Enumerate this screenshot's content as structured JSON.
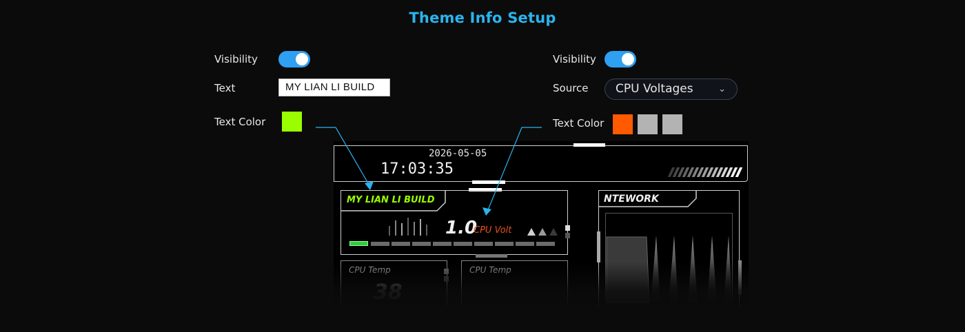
{
  "page": {
    "title": "Theme Info Setup"
  },
  "left_panel": {
    "visibility_label": "Visibility",
    "visibility_on": true,
    "text_label": "Text",
    "text_value": "MY LIAN LI BUILD",
    "text_color_label": "Text Color",
    "text_color": "#99ff00"
  },
  "right_panel": {
    "visibility_label": "Visibility",
    "visibility_on": true,
    "source_label": "Source",
    "source_value": "CPU Voltages",
    "text_color_label": "Text Color",
    "swatches": [
      "#ff5a00",
      "#b3b3b3",
      "#b3b3b3"
    ]
  },
  "preview": {
    "date": "2026-05-05",
    "time": "17:03:35",
    "build_label": "MY LIAN LI BUILD",
    "cpu_volt_value": "1.0",
    "cpu_volt_label": "CPU Volt",
    "network_label": "NTEWORK",
    "cpu_temp_label_1": "CPU Temp",
    "cpu_temp_label_2": "CPU Temp",
    "cpu_temp_value_1": "38"
  },
  "colors": {
    "accent": "#2ab4ef",
    "toggle_on": "#2f9ff2",
    "build_text": "#99ff00",
    "volt_label": "#e8501c",
    "bar_fill": "#2ecc40"
  }
}
